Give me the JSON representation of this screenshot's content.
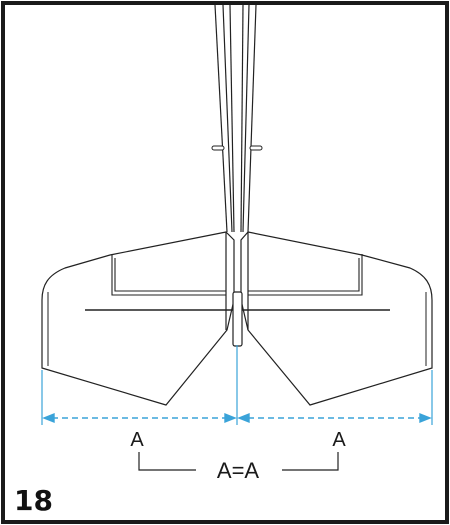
{
  "diagram": {
    "step_number": "18",
    "left_label": "A",
    "right_label": "A",
    "equation_label": "A=A",
    "colors": {
      "outline": "#222222",
      "border": "#1a1a1a",
      "dimension_line": "#3aa3d9"
    }
  }
}
